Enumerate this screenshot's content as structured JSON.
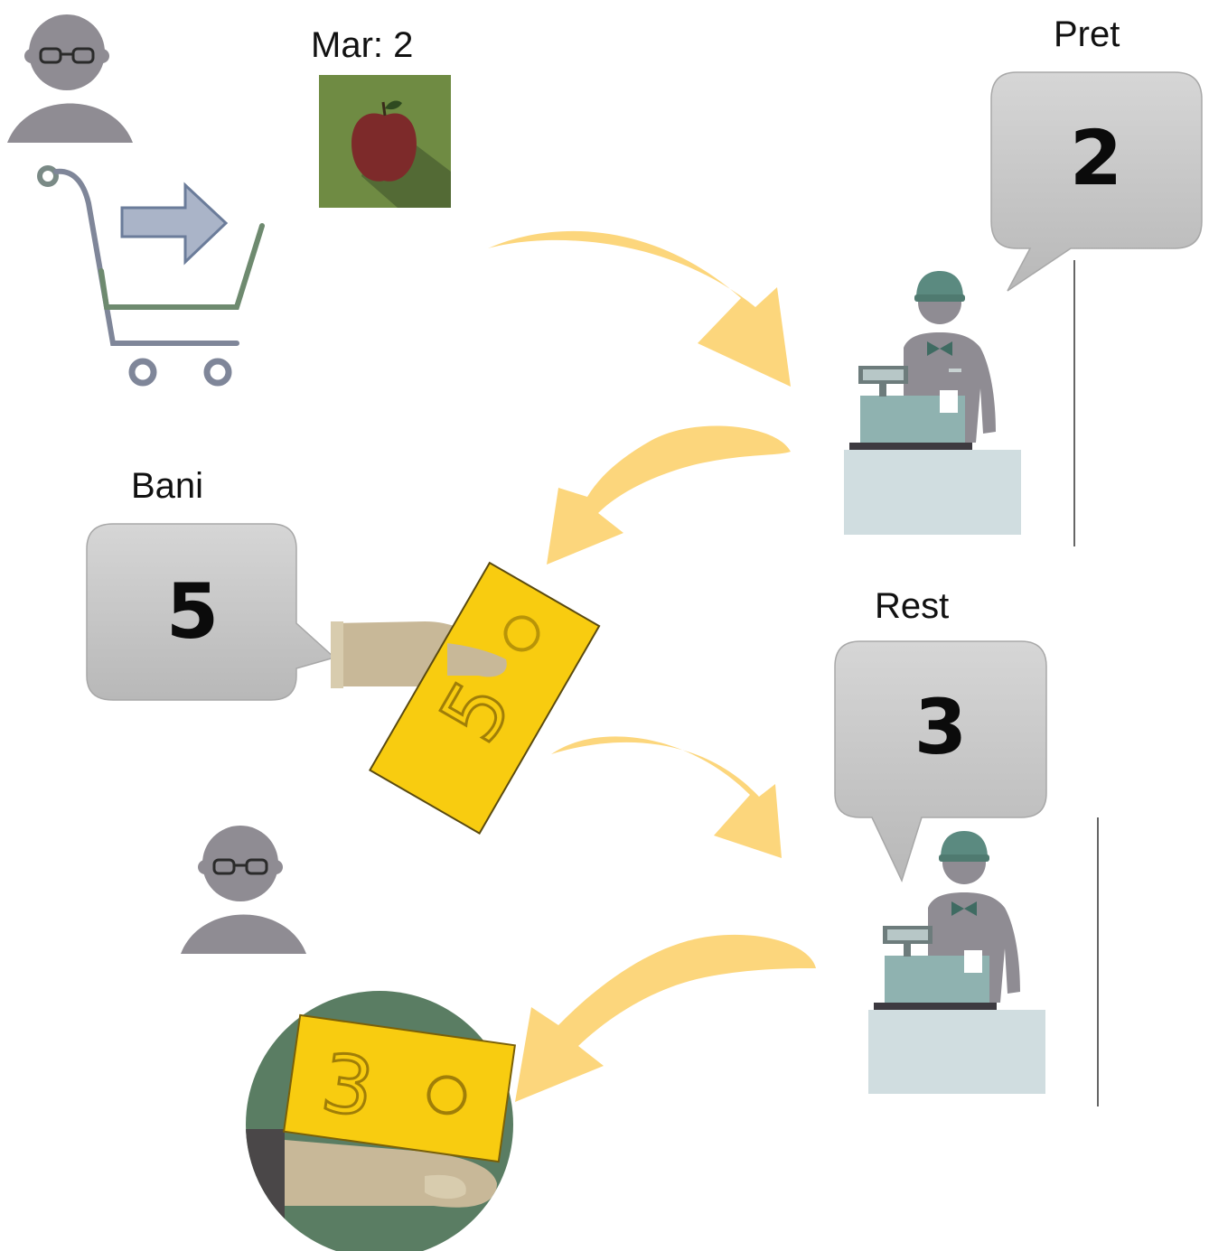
{
  "labels": {
    "fruit_label": "Mar: 2",
    "price_label": "Pret",
    "money_label": "Bani",
    "change_label": "Rest"
  },
  "bubbles": {
    "price_value": "2",
    "money_value": "5",
    "change_value": "3"
  },
  "tickets": {
    "paid_value": "5",
    "change_value": "3"
  },
  "colors": {
    "arrow": "#fcd67c",
    "ticket": "#f8cc10",
    "bubble": "#c8c8c8",
    "person": "#8f8c93"
  }
}
